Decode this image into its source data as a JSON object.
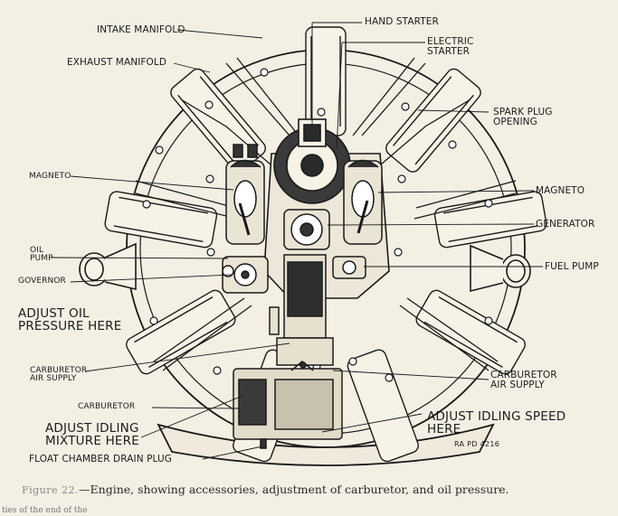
{
  "labels": {
    "intake_manifold": "INTAKE MANIFOLD",
    "exhaust_manifold": "EXHAUST MANIFOLD",
    "hand_starter": "HAND STARTER",
    "electric_starter": "ELECTRIC\nSTARTER",
    "spark_plug_opening": "SPARK PLUG\nOPENING",
    "magneto_left": "MAGNETO",
    "magneto_right": "MAGNETO",
    "generator": "GENERATOR",
    "oil_pump": "OIL\nPUMP",
    "fuel_pump": "FUEL PUMP",
    "governor": "GOVERNOR",
    "adjust_oil_pressure": "ADJUST OIL\nPRESSURE HERE",
    "carburetor_air_supply_left": "CARBURETOR\nAIR SUPPLY",
    "carburetor_air_supply_right": "CARBURETOR\nAIR SUPPLY",
    "carburetor": "CARBURETOR",
    "adjust_idling_mixture": "ADJUST IDLING\nMIXTURE HERE",
    "adjust_idling_speed": "ADJUST IDLING SPEED\nHERE",
    "float_chamber_drain_plug": "FLOAT CHAMBER DRAIN PLUG"
  },
  "reference_code": "RA PD 4216",
  "caption": {
    "figure": "Figure 22.",
    "text": "—Engine, showing accessories, adjustment of carburetor, and oil pressure."
  },
  "footer_text": "ties of the end of the"
}
